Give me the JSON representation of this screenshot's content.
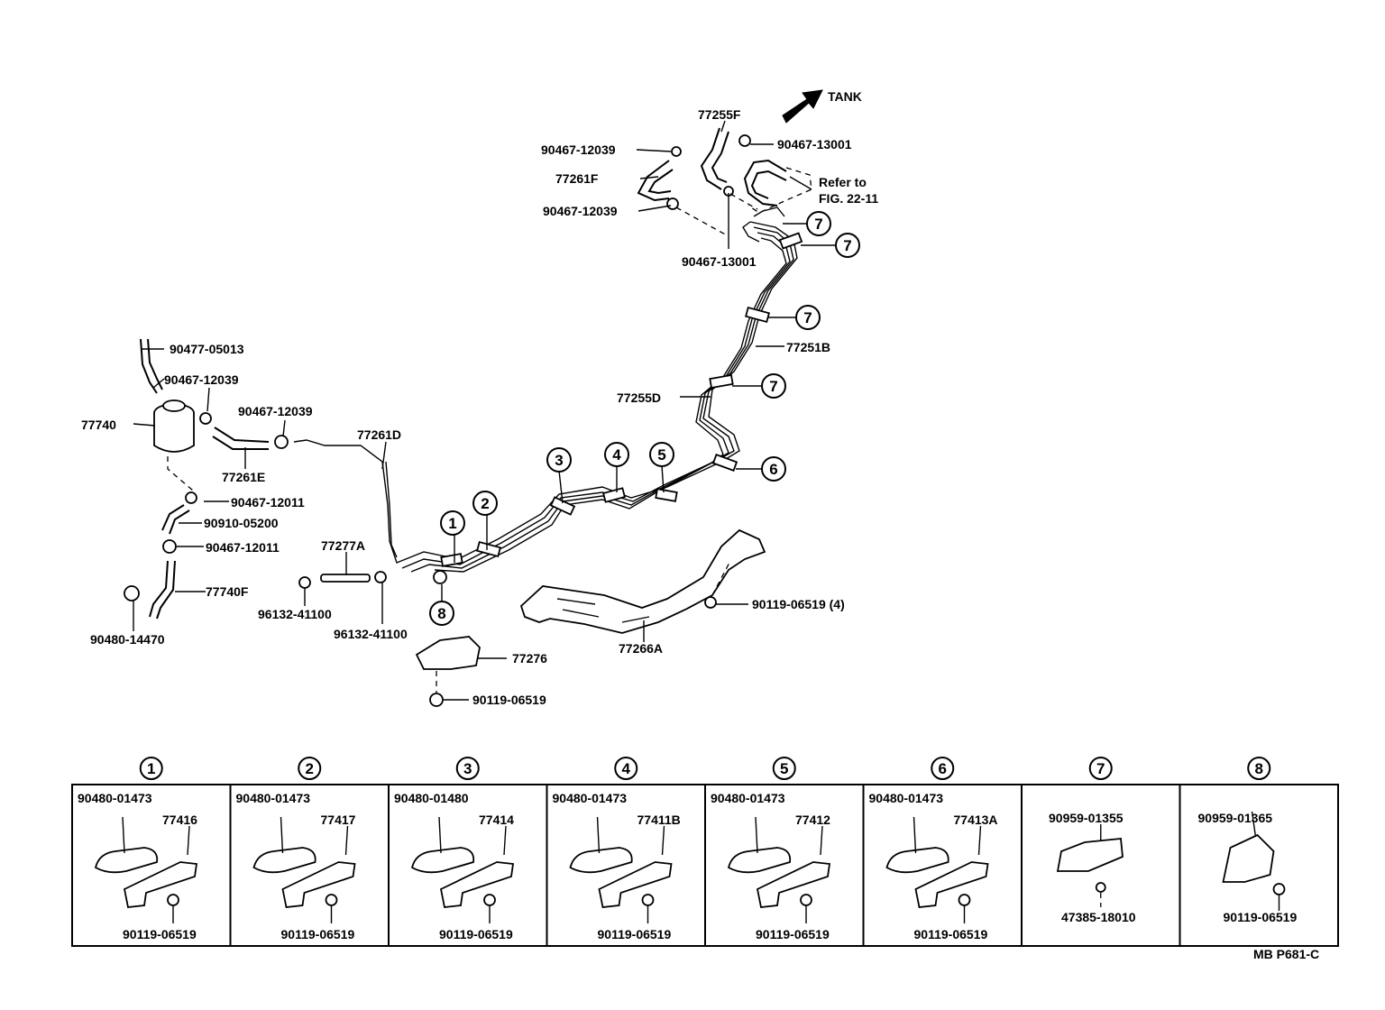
{
  "direction": "TANK",
  "refer": {
    "line1": "Refer to",
    "line2": "FIG. 22-11"
  },
  "parts": [
    "77255F",
    "90467-13001",
    "90467-12039",
    "77261F",
    "90467-12039",
    "90467-13001",
    "90477-05013",
    "90467-12039",
    "77740",
    "90467-12039",
    "77261D",
    "77261E",
    "90467-12011",
    "90910-05200",
    "90467-12011",
    "77277A",
    "77740F",
    "96132-41100",
    "96132-41100",
    "90480-14470",
    "77251B",
    "77255D",
    "90119-06519 (4)",
    "77266A",
    "77276",
    "90119-06519"
  ],
  "callouts": [
    "7",
    "7",
    "7",
    "7",
    "6",
    "3",
    "4",
    "5",
    "2",
    "1",
    "8"
  ],
  "table": [
    {
      "id": "1",
      "clip": "90480-01473",
      "bracket": "77416",
      "bolt": "90119-06519"
    },
    {
      "id": "2",
      "clip": "90480-01473",
      "bracket": "77417",
      "bolt": "90119-06519"
    },
    {
      "id": "3",
      "clip": "90480-01480",
      "bracket": "77414",
      "bolt": "90119-06519"
    },
    {
      "id": "4",
      "clip": "90480-01473",
      "bracket": "77411B",
      "bolt": "90119-06519"
    },
    {
      "id": "5",
      "clip": "90480-01473",
      "bracket": "77412",
      "bolt": "90119-06519"
    },
    {
      "id": "6",
      "clip": "90480-01473",
      "bracket": "77413A",
      "bolt": "90119-06519"
    },
    {
      "id": "7",
      "clip": "90959-01355",
      "bracket": "",
      "bolt": "47385-18010"
    },
    {
      "id": "8",
      "clip": "90959-01365",
      "bracket": "",
      "bolt": "90119-06519"
    }
  ],
  "footer": "MB  P681-C"
}
